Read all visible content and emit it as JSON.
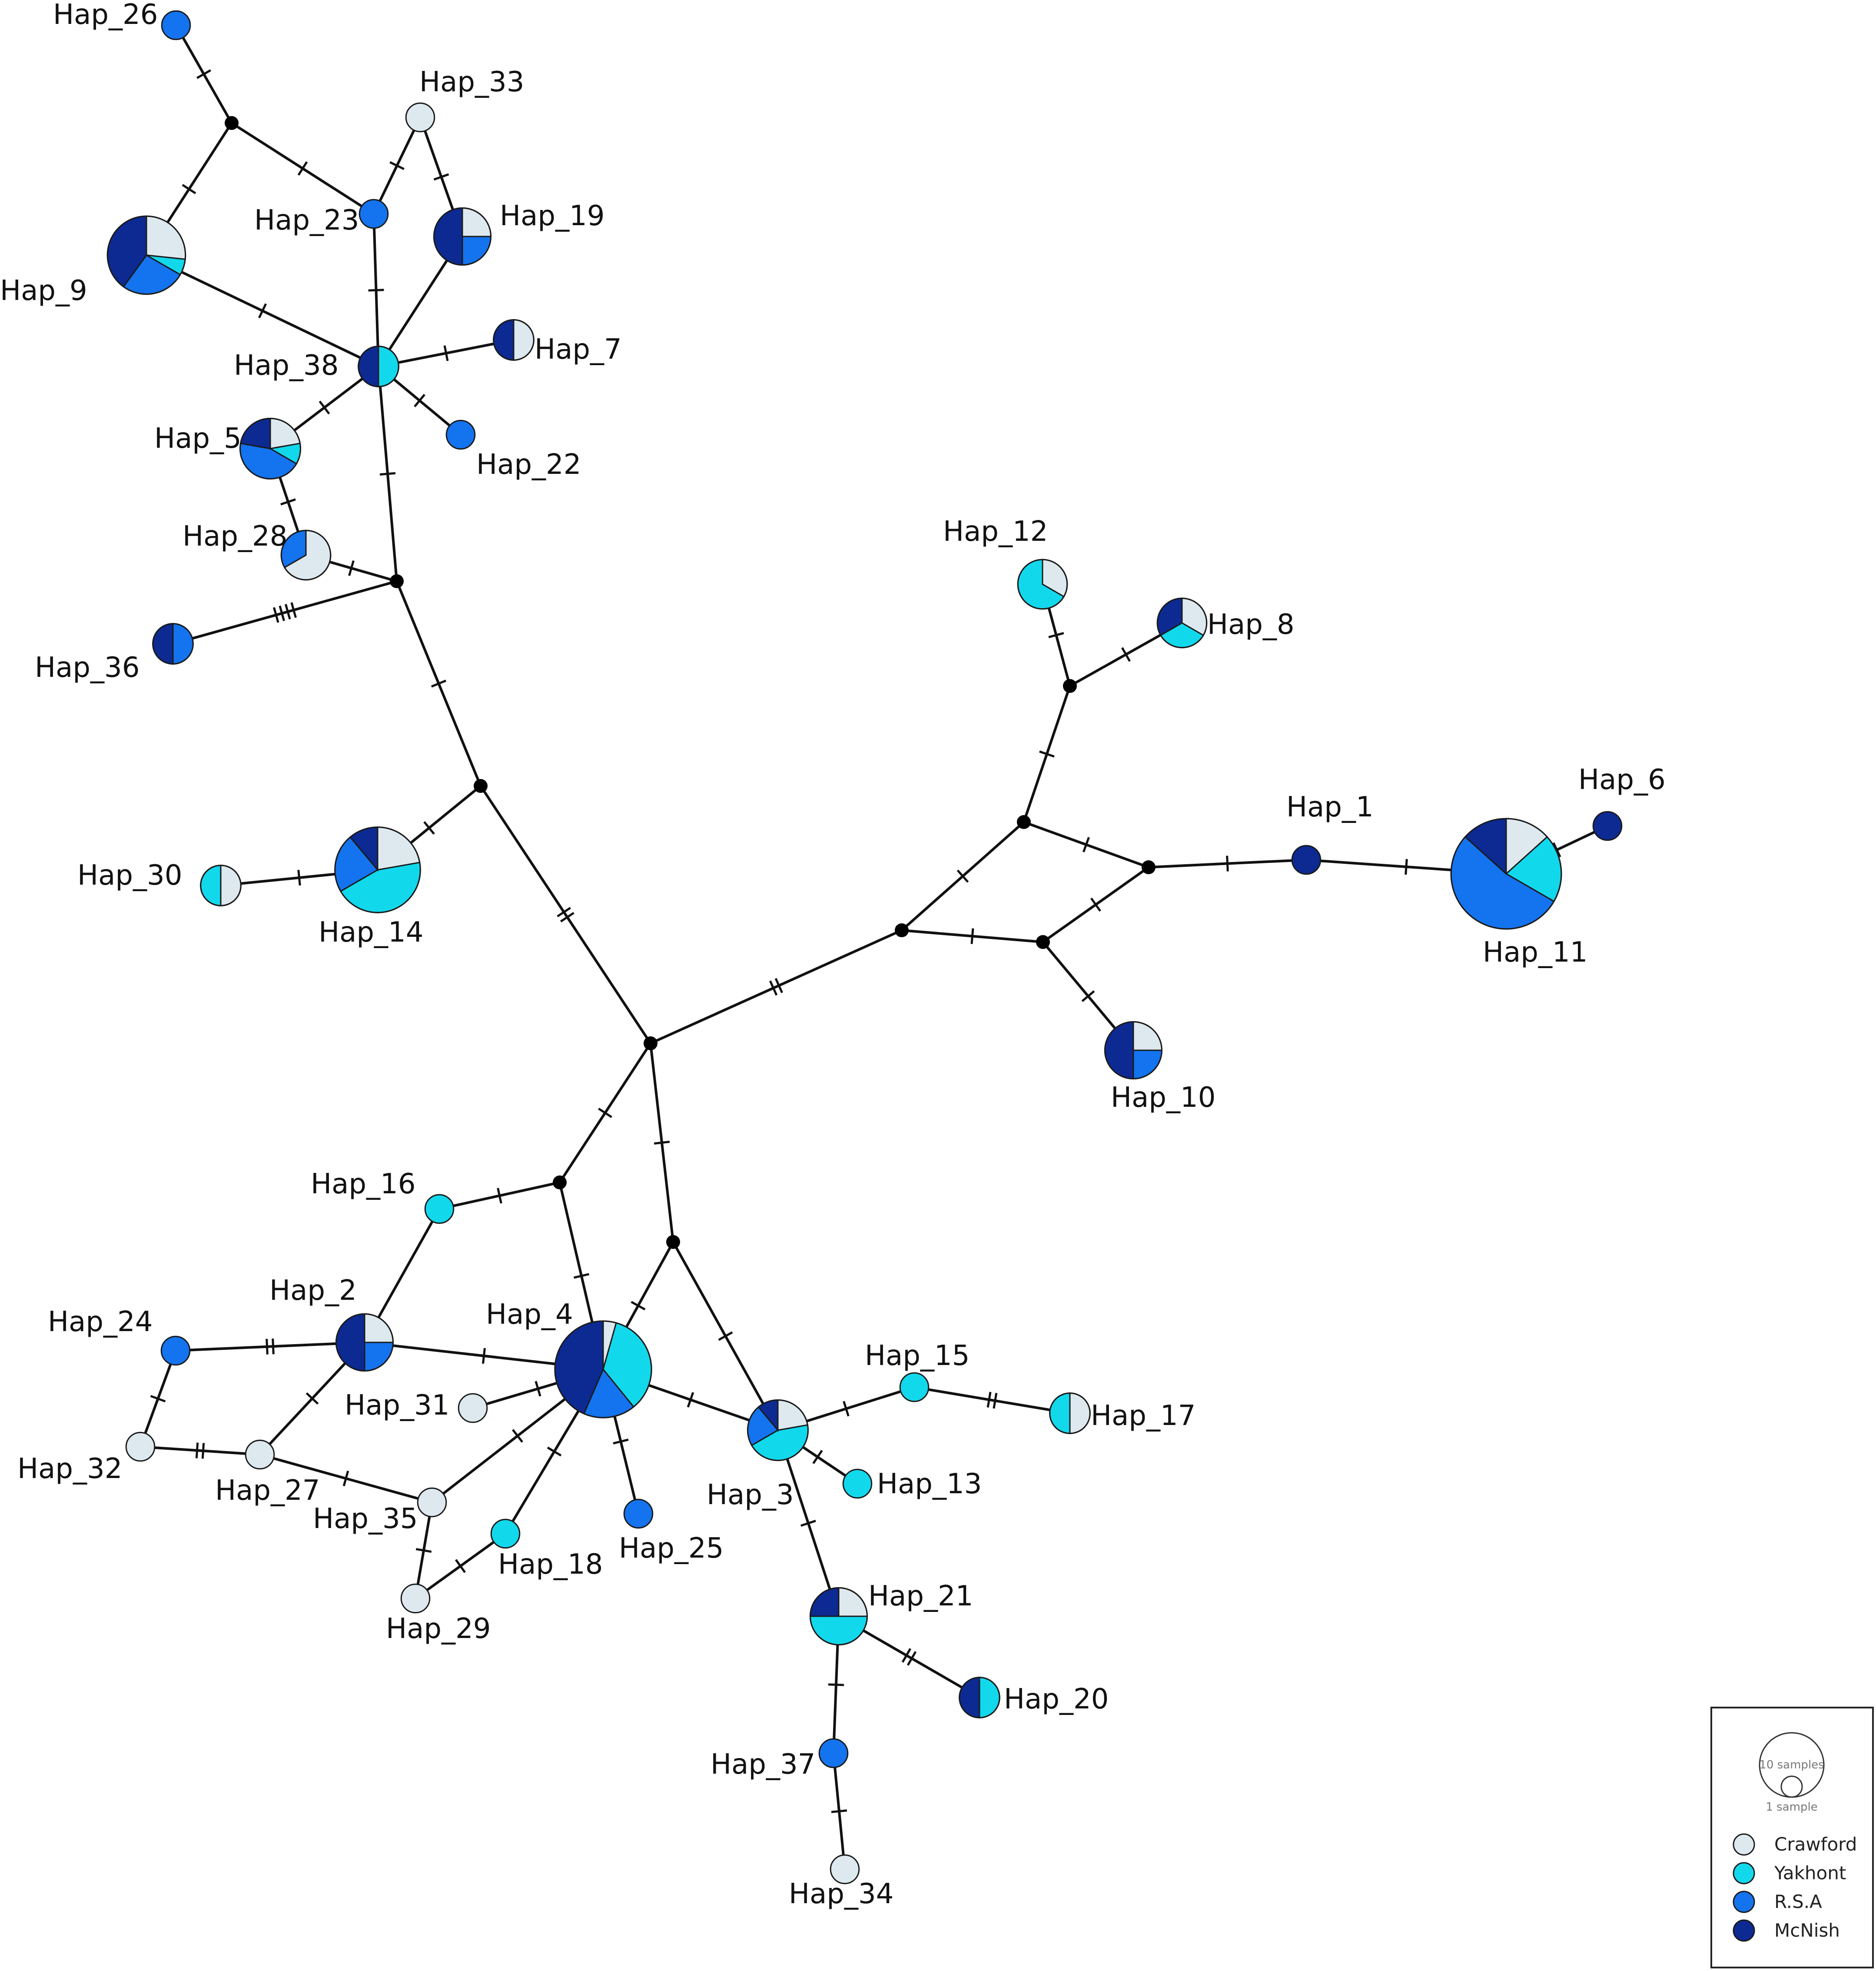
{
  "colors": {
    "Crawford": "#dde9ef",
    "Yakhont": "#12d8ec",
    "R.S.A": "#1473ee",
    "McNish": "#0c2a92",
    "median": "#000000",
    "edge": "#111111"
  },
  "legend": {
    "size_large": "10 samples",
    "size_small": "1 sample",
    "entries": [
      "Crawford",
      "Yakhont",
      "R.S.A",
      "McNish"
    ]
  },
  "haplotypes": [
    {
      "id": "Hap_1",
      "label": "Hap_1",
      "counts": {
        "McNish": 1
      }
    },
    {
      "id": "Hap_2",
      "label": "Hap_2",
      "counts": {
        "Crawford": 1,
        "R.S.A": 1,
        "McNish": 2
      }
    },
    {
      "id": "Hap_3",
      "label": "Hap_3",
      "counts": {
        "Crawford": 1,
        "Yakhont": 2,
        "R.S.A": 1,
        "McNish": 0.5
      }
    },
    {
      "id": "Hap_4",
      "label": "Hap_4",
      "counts": {
        "Crawford": 0.5,
        "Yakhont": 4,
        "R.S.A": 2,
        "McNish": 5
      }
    },
    {
      "id": "Hap_5",
      "label": "Hap_5",
      "counts": {
        "Crawford": 1,
        "Yakhont": 0.5,
        "R.S.A": 2,
        "McNish": 1
      }
    },
    {
      "id": "Hap_6",
      "label": "Hap_6",
      "counts": {
        "McNish": 1
      }
    },
    {
      "id": "Hap_7",
      "label": "Hap_7",
      "counts": {
        "Crawford": 1,
        "McNish": 1
      }
    },
    {
      "id": "Hap_8",
      "label": "Hap_8",
      "counts": {
        "Crawford": 1,
        "Yakhont": 1,
        "McNish": 1
      }
    },
    {
      "id": "Hap_9",
      "label": "Hap_9",
      "counts": {
        "Crawford": 2,
        "Yakhont": 0.5,
        "R.S.A": 2,
        "McNish": 3
      }
    },
    {
      "id": "Hap_10",
      "label": "Hap_10",
      "counts": {
        "Crawford": 1,
        "R.S.A": 1,
        "McNish": 2
      }
    },
    {
      "id": "Hap_11",
      "label": "Hap_11",
      "counts": {
        "Crawford": 2,
        "Yakhont": 3,
        "R.S.A": 8,
        "McNish": 2
      }
    },
    {
      "id": "Hap_12",
      "label": "Hap_12",
      "counts": {
        "Crawford": 1,
        "Yakhont": 2
      }
    },
    {
      "id": "Hap_13",
      "label": "Hap_13",
      "counts": {
        "Yakhont": 1
      }
    },
    {
      "id": "Hap_14",
      "label": "Hap_14",
      "counts": {
        "Crawford": 2,
        "Yakhont": 4,
        "R.S.A": 2,
        "McNish": 1
      }
    },
    {
      "id": "Hap_15",
      "label": "Hap_15",
      "counts": {
        "Yakhont": 1
      }
    },
    {
      "id": "Hap_16",
      "label": "Hap_16",
      "counts": {
        "Yakhont": 1
      }
    },
    {
      "id": "Hap_17",
      "label": "Hap_17",
      "counts": {
        "Crawford": 1,
        "Yakhont": 1
      }
    },
    {
      "id": "Hap_18",
      "label": "Hap_18",
      "counts": {
        "Yakhont": 1
      }
    },
    {
      "id": "Hap_19",
      "label": "Hap_19",
      "counts": {
        "Crawford": 1,
        "R.S.A": 1,
        "McNish": 2
      }
    },
    {
      "id": "Hap_20",
      "label": "Hap_20",
      "counts": {
        "Yakhont": 1,
        "McNish": 1
      }
    },
    {
      "id": "Hap_21",
      "label": "Hap_21",
      "counts": {
        "Crawford": 1,
        "Yakhont": 2,
        "McNish": 1
      }
    },
    {
      "id": "Hap_22",
      "label": "Hap_22",
      "counts": {
        "R.S.A": 1
      }
    },
    {
      "id": "Hap_23",
      "label": "Hap_23",
      "counts": {
        "R.S.A": 1
      }
    },
    {
      "id": "Hap_24",
      "label": "Hap_24",
      "counts": {
        "R.S.A": 1
      }
    },
    {
      "id": "Hap_25",
      "label": "Hap_25",
      "counts": {
        "R.S.A": 1
      }
    },
    {
      "id": "Hap_26",
      "label": "Hap_26",
      "counts": {
        "R.S.A": 1
      }
    },
    {
      "id": "Hap_27",
      "label": "Hap_27",
      "counts": {
        "Crawford": 1
      }
    },
    {
      "id": "Hap_28",
      "label": "Hap_28",
      "counts": {
        "Crawford": 2,
        "R.S.A": 1
      }
    },
    {
      "id": "Hap_29",
      "label": "Hap_29",
      "counts": {
        "Crawford": 1
      }
    },
    {
      "id": "Hap_30",
      "label": "Hap_30",
      "counts": {
        "Crawford": 1,
        "Yakhont": 1
      }
    },
    {
      "id": "Hap_31",
      "label": "Hap_31",
      "counts": {
        "Crawford": 1
      }
    },
    {
      "id": "Hap_32",
      "label": "Hap_32",
      "counts": {
        "Crawford": 1
      }
    },
    {
      "id": "Hap_33",
      "label": "Hap_33",
      "counts": {
        "Crawford": 1
      }
    },
    {
      "id": "Hap_34",
      "label": "Hap_34",
      "counts": {
        "Crawford": 1
      }
    },
    {
      "id": "Hap_35",
      "label": "Hap_35",
      "counts": {
        "Crawford": 1
      }
    },
    {
      "id": "Hap_36",
      "label": "Hap_36",
      "counts": {
        "R.S.A": 1,
        "McNish": 1
      }
    },
    {
      "id": "Hap_37",
      "label": "Hap_37",
      "counts": {
        "R.S.A": 1
      }
    },
    {
      "id": "Hap_38",
      "label": "Hap_38",
      "counts": {
        "Yakhont": 1,
        "McNish": 1
      }
    }
  ],
  "medians": [
    "m1",
    "m2",
    "m3",
    "m4",
    "m5",
    "m6",
    "m7",
    "m8",
    "m9",
    "m10",
    "m11",
    "m12"
  ],
  "edges": [
    [
      "Hap_26",
      "m1",
      1
    ],
    [
      "m1",
      "Hap_9",
      1
    ],
    [
      "m1",
      "Hap_23",
      1
    ],
    [
      "Hap_23",
      "Hap_33",
      1
    ],
    [
      "Hap_33",
      "Hap_19",
      1
    ],
    [
      "Hap_23",
      "Hap_38",
      1
    ],
    [
      "Hap_19",
      "Hap_38",
      0
    ],
    [
      "Hap_9",
      "Hap_38",
      1
    ],
    [
      "Hap_38",
      "Hap_7",
      1
    ],
    [
      "Hap_38",
      "Hap_22",
      1
    ],
    [
      "Hap_38",
      "Hap_5",
      1
    ],
    [
      "Hap_5",
      "Hap_28",
      1
    ],
    [
      "Hap_28",
      "m2",
      1
    ],
    [
      "Hap_38",
      "m2",
      1
    ],
    [
      "Hap_36",
      "m2",
      4
    ],
    [
      "m2",
      "m3",
      1
    ],
    [
      "m3",
      "Hap_14",
      1
    ],
    [
      "Hap_14",
      "Hap_30",
      1
    ],
    [
      "m3",
      "m4",
      2
    ],
    [
      "m4",
      "m5",
      2
    ],
    [
      "m5",
      "m6",
      1
    ],
    [
      "m5",
      "m7",
      1
    ],
    [
      "m6",
      "m8",
      1
    ],
    [
      "m8",
      "Hap_12",
      1
    ],
    [
      "m8",
      "Hap_8",
      1
    ],
    [
      "m6",
      "m9",
      1
    ],
    [
      "m9",
      "m7",
      1
    ],
    [
      "m9",
      "Hap_1",
      1
    ],
    [
      "Hap_1",
      "Hap_11",
      1
    ],
    [
      "Hap_11",
      "Hap_6",
      1
    ],
    [
      "m7",
      "Hap_10",
      1
    ],
    [
      "m4",
      "m10",
      1
    ],
    [
      "m4",
      "m11",
      1
    ],
    [
      "m10",
      "Hap_16",
      1
    ],
    [
      "m10",
      "Hap_4",
      1
    ],
    [
      "Hap_16",
      "Hap_2",
      0
    ],
    [
      "m11",
      "Hap_4",
      1
    ],
    [
      "m11",
      "Hap_3",
      1
    ],
    [
      "Hap_2",
      "Hap_24",
      2
    ],
    [
      "Hap_2",
      "Hap_4",
      1
    ],
    [
      "Hap_2",
      "Hap_27",
      1
    ],
    [
      "Hap_24",
      "Hap_32",
      1
    ],
    [
      "Hap_32",
      "Hap_27",
      2
    ],
    [
      "Hap_27",
      "Hap_35",
      1
    ],
    [
      "Hap_4",
      "Hap_31",
      1
    ],
    [
      "Hap_4",
      "Hap_35",
      1
    ],
    [
      "Hap_4",
      "Hap_18",
      1
    ],
    [
      "Hap_4",
      "Hap_25",
      1
    ],
    [
      "Hap_4",
      "Hap_3",
      1
    ],
    [
      "Hap_35",
      "Hap_29",
      1
    ],
    [
      "Hap_18",
      "Hap_29",
      1
    ],
    [
      "Hap_3",
      "Hap_15",
      1
    ],
    [
      "Hap_15",
      "Hap_17",
      2
    ],
    [
      "Hap_3",
      "Hap_13",
      1
    ],
    [
      "Hap_3",
      "Hap_21",
      1
    ],
    [
      "Hap_21",
      "Hap_20",
      2
    ],
    [
      "Hap_21",
      "Hap_37",
      1
    ],
    [
      "Hap_37",
      "Hap_34",
      1
    ]
  ]
}
